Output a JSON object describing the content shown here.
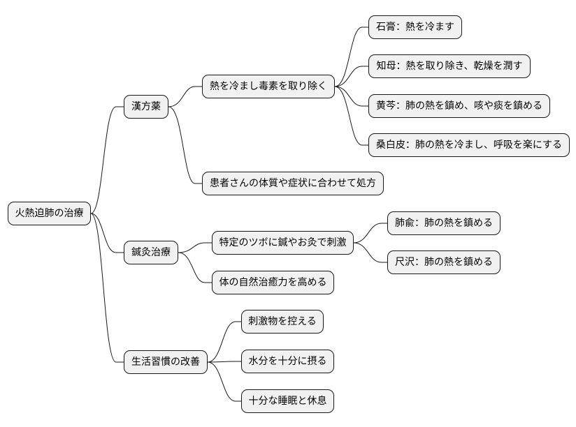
{
  "mindmap": {
    "root": "火熱迫肺の治療",
    "branches": [
      {
        "label": "漢方薬",
        "children": [
          {
            "label": "熱を冷まし毒素を取り除く",
            "children": [
              "石膏：熱を冷ます",
              "知母：熱を取り除き、乾燥を潤す",
              "黄芩：肺の熱を鎮め、咳や痰を鎮める",
              "桑白皮：肺の熱を冷まし、呼吸を楽にする"
            ]
          },
          {
            "label": "患者さんの体質や症状に合わせて処方"
          }
        ]
      },
      {
        "label": "鍼灸治療",
        "children": [
          {
            "label": "特定のツボに鍼やお灸で刺激",
            "children": [
              "肺兪：肺の熱を鎮める",
              "尺沢：肺の熱を鎮める"
            ]
          },
          {
            "label": "体の自然治癒力を高める"
          }
        ]
      },
      {
        "label": "生活習慣の改善",
        "children": [
          {
            "label": "刺激物を控える"
          },
          {
            "label": "水分を十分に摂る"
          },
          {
            "label": "十分な睡眠と休息"
          }
        ]
      }
    ]
  }
}
